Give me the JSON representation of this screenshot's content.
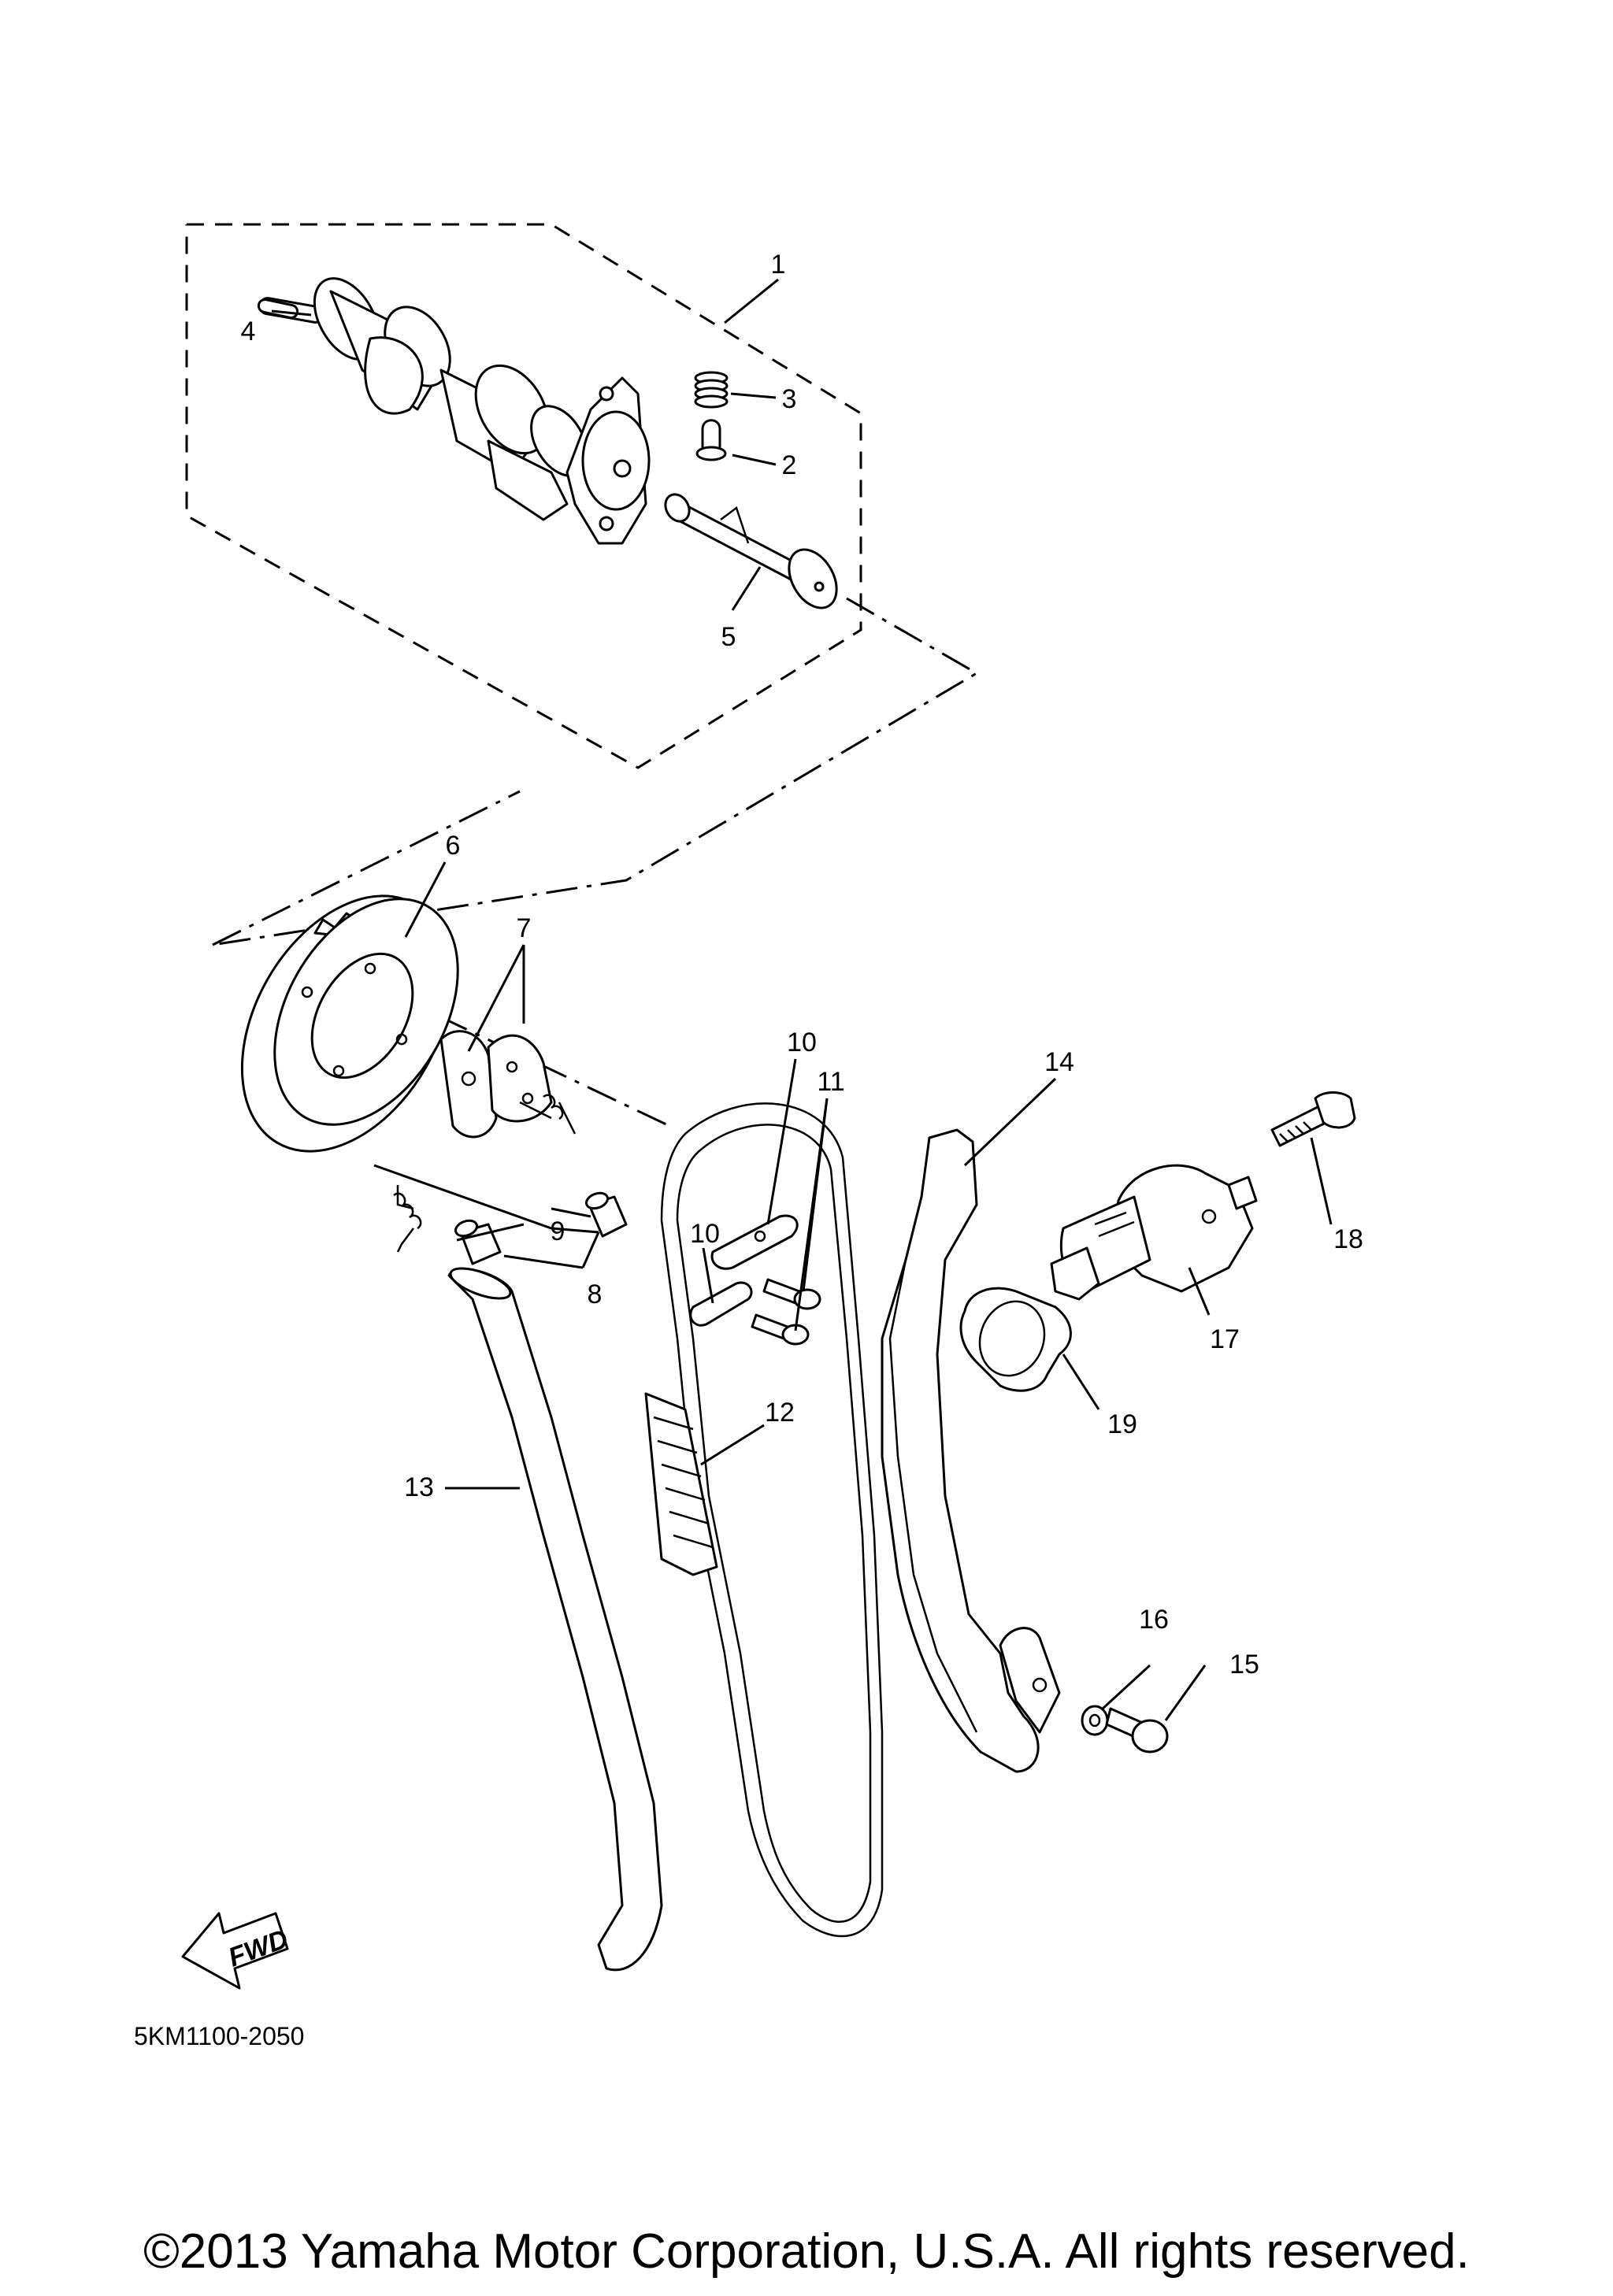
{
  "callouts": [
    {
      "id": "1",
      "label": "1"
    },
    {
      "id": "2",
      "label": "2"
    },
    {
      "id": "3",
      "label": "3"
    },
    {
      "id": "4",
      "label": "4"
    },
    {
      "id": "5",
      "label": "5"
    },
    {
      "id": "6",
      "label": "6"
    },
    {
      "id": "7",
      "label": "7"
    },
    {
      "id": "8",
      "label": "8"
    },
    {
      "id": "9",
      "label": "9"
    },
    {
      "id": "10a",
      "label": "10"
    },
    {
      "id": "10b",
      "label": "10"
    },
    {
      "id": "11",
      "label": "11"
    },
    {
      "id": "12",
      "label": "12"
    },
    {
      "id": "13",
      "label": "13"
    },
    {
      "id": "14",
      "label": "14"
    },
    {
      "id": "15",
      "label": "15"
    },
    {
      "id": "16",
      "label": "16"
    },
    {
      "id": "17",
      "label": "17"
    },
    {
      "id": "18",
      "label": "18"
    },
    {
      "id": "19",
      "label": "19"
    }
  ],
  "fwd_label": "FWD",
  "diagram_code": "5KM1100-2050",
  "copyright": "©2013 Yamaha Motor Corporation, U.S.A. All rights reserved."
}
